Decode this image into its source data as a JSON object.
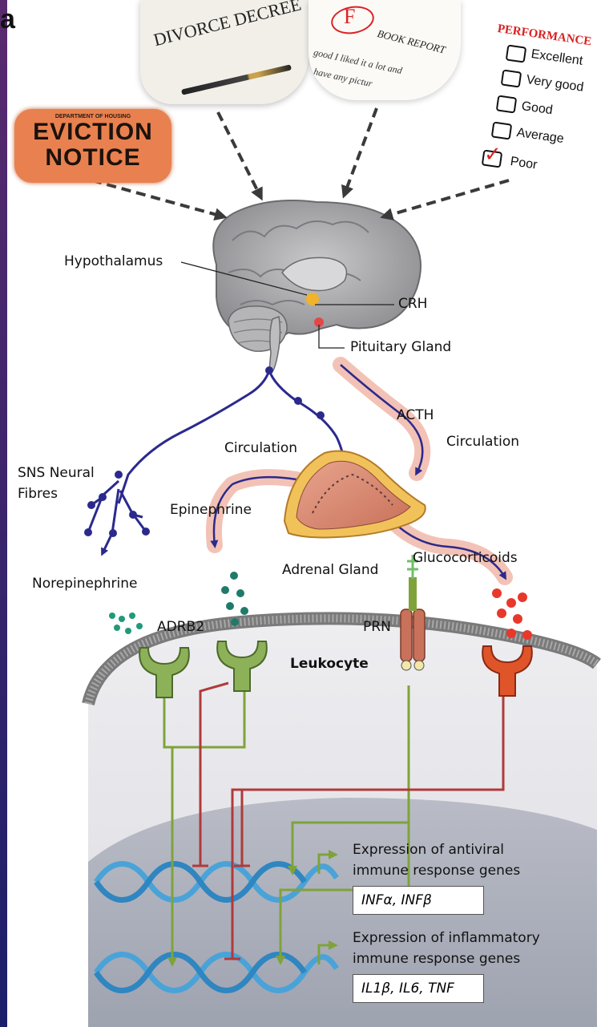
{
  "panel_label": "a",
  "stressors": {
    "eviction": {
      "dept": "DEPARTMENT OF HOUSING",
      "line1": "EVICTION",
      "line2": "NOTICE"
    },
    "divorce": {
      "title": "DIVORCE DECREE"
    },
    "book_report": {
      "grade": "F",
      "title": "BOOK REPORT",
      "line1": "good  I liked it a lot and",
      "line2": "have any pictur"
    },
    "performance": {
      "title": "PERFORMANCE",
      "options": [
        "Excellent",
        "Very good",
        "Good",
        "Average",
        "Poor"
      ],
      "checked": "Poor"
    }
  },
  "labels": {
    "hypothalamus": "Hypothalamus",
    "crh": "CRH",
    "pituitary": "Pituitary Gland",
    "acth": "ACTH",
    "circulation_right": "Circulation",
    "circulation_left": "Circulation",
    "sns_line1": "SNS Neural",
    "sns_line2": "Fibres",
    "epinephrine": "Epinephrine",
    "adrenal": "Adrenal Gland",
    "glucocorticoids": "Glucocorticoids",
    "norepinephrine": "Norepinephrine",
    "adrb2": "ADRB2",
    "prn": "PRN",
    "leukocyte": "Leukocyte"
  },
  "genes": {
    "antiviral_line1": "Expression of antiviral",
    "antiviral_line2": "immune response genes",
    "antiviral_genes": "INFα, INFβ",
    "inflammatory_line1": "Expression of inflammatory",
    "inflammatory_line2": "immune response genes",
    "inflammatory_genes": "IL1β, IL6, TNF"
  },
  "colors": {
    "nerve": "#2b2a8c",
    "activation": "#7fa33a",
    "inhibition": "#b03a3a",
    "glucocorticoid": "#e8382b",
    "catecholamine": "#1f9a7a",
    "receptor_green": "#8db159",
    "receptor_red": "#e0542a",
    "dna": "#4aa3d8",
    "circulation_glow": "#f3c2b6"
  }
}
